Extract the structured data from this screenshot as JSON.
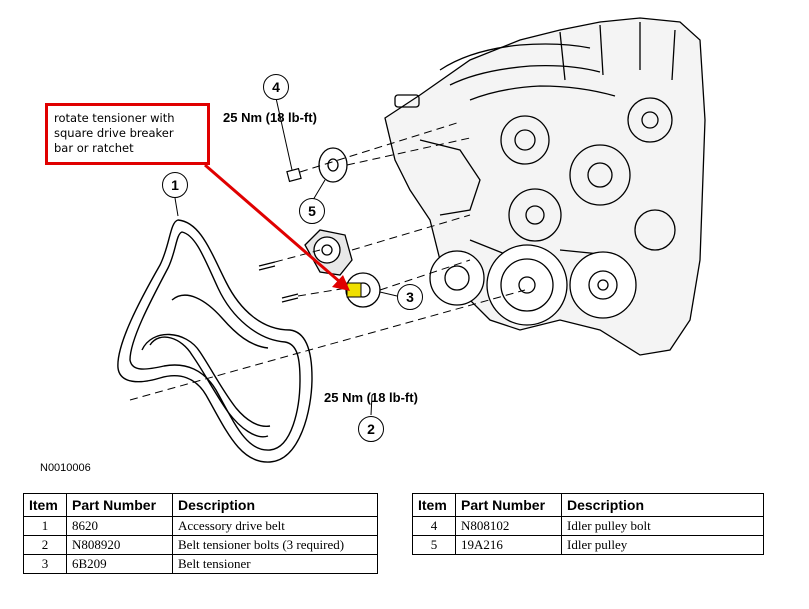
{
  "figure_id": "N0010006",
  "callout": {
    "lines": [
      "rotate tensioner with",
      "square drive breaker",
      "bar or ratchet"
    ],
    "color": "#e00000"
  },
  "markers": {
    "m1": "1",
    "m2": "2",
    "m3": "3",
    "m4": "4",
    "m5": "5"
  },
  "torques": {
    "upper": "25 Nm (18 lb-ft)",
    "lower": "25 Nm (18 lb-ft)"
  },
  "table_left": {
    "headers": [
      "Item",
      "Part Number",
      "Description"
    ],
    "rows": [
      {
        "item": "1",
        "part": "8620",
        "desc": "Accessory drive belt"
      },
      {
        "item": "2",
        "part": "N808920",
        "desc": "Belt tensioner bolts (3 required)"
      },
      {
        "item": "3",
        "part": "6B209",
        "desc": "Belt tensioner"
      }
    ]
  },
  "table_right": {
    "headers": [
      "Item",
      "Part Number",
      "Description"
    ],
    "rows": [
      {
        "item": "4",
        "part": "N808102",
        "desc": "Idler pulley bolt"
      },
      {
        "item": "5",
        "part": "19A216",
        "desc": "Idler pulley"
      }
    ]
  },
  "highlight_color": "#f0e000"
}
